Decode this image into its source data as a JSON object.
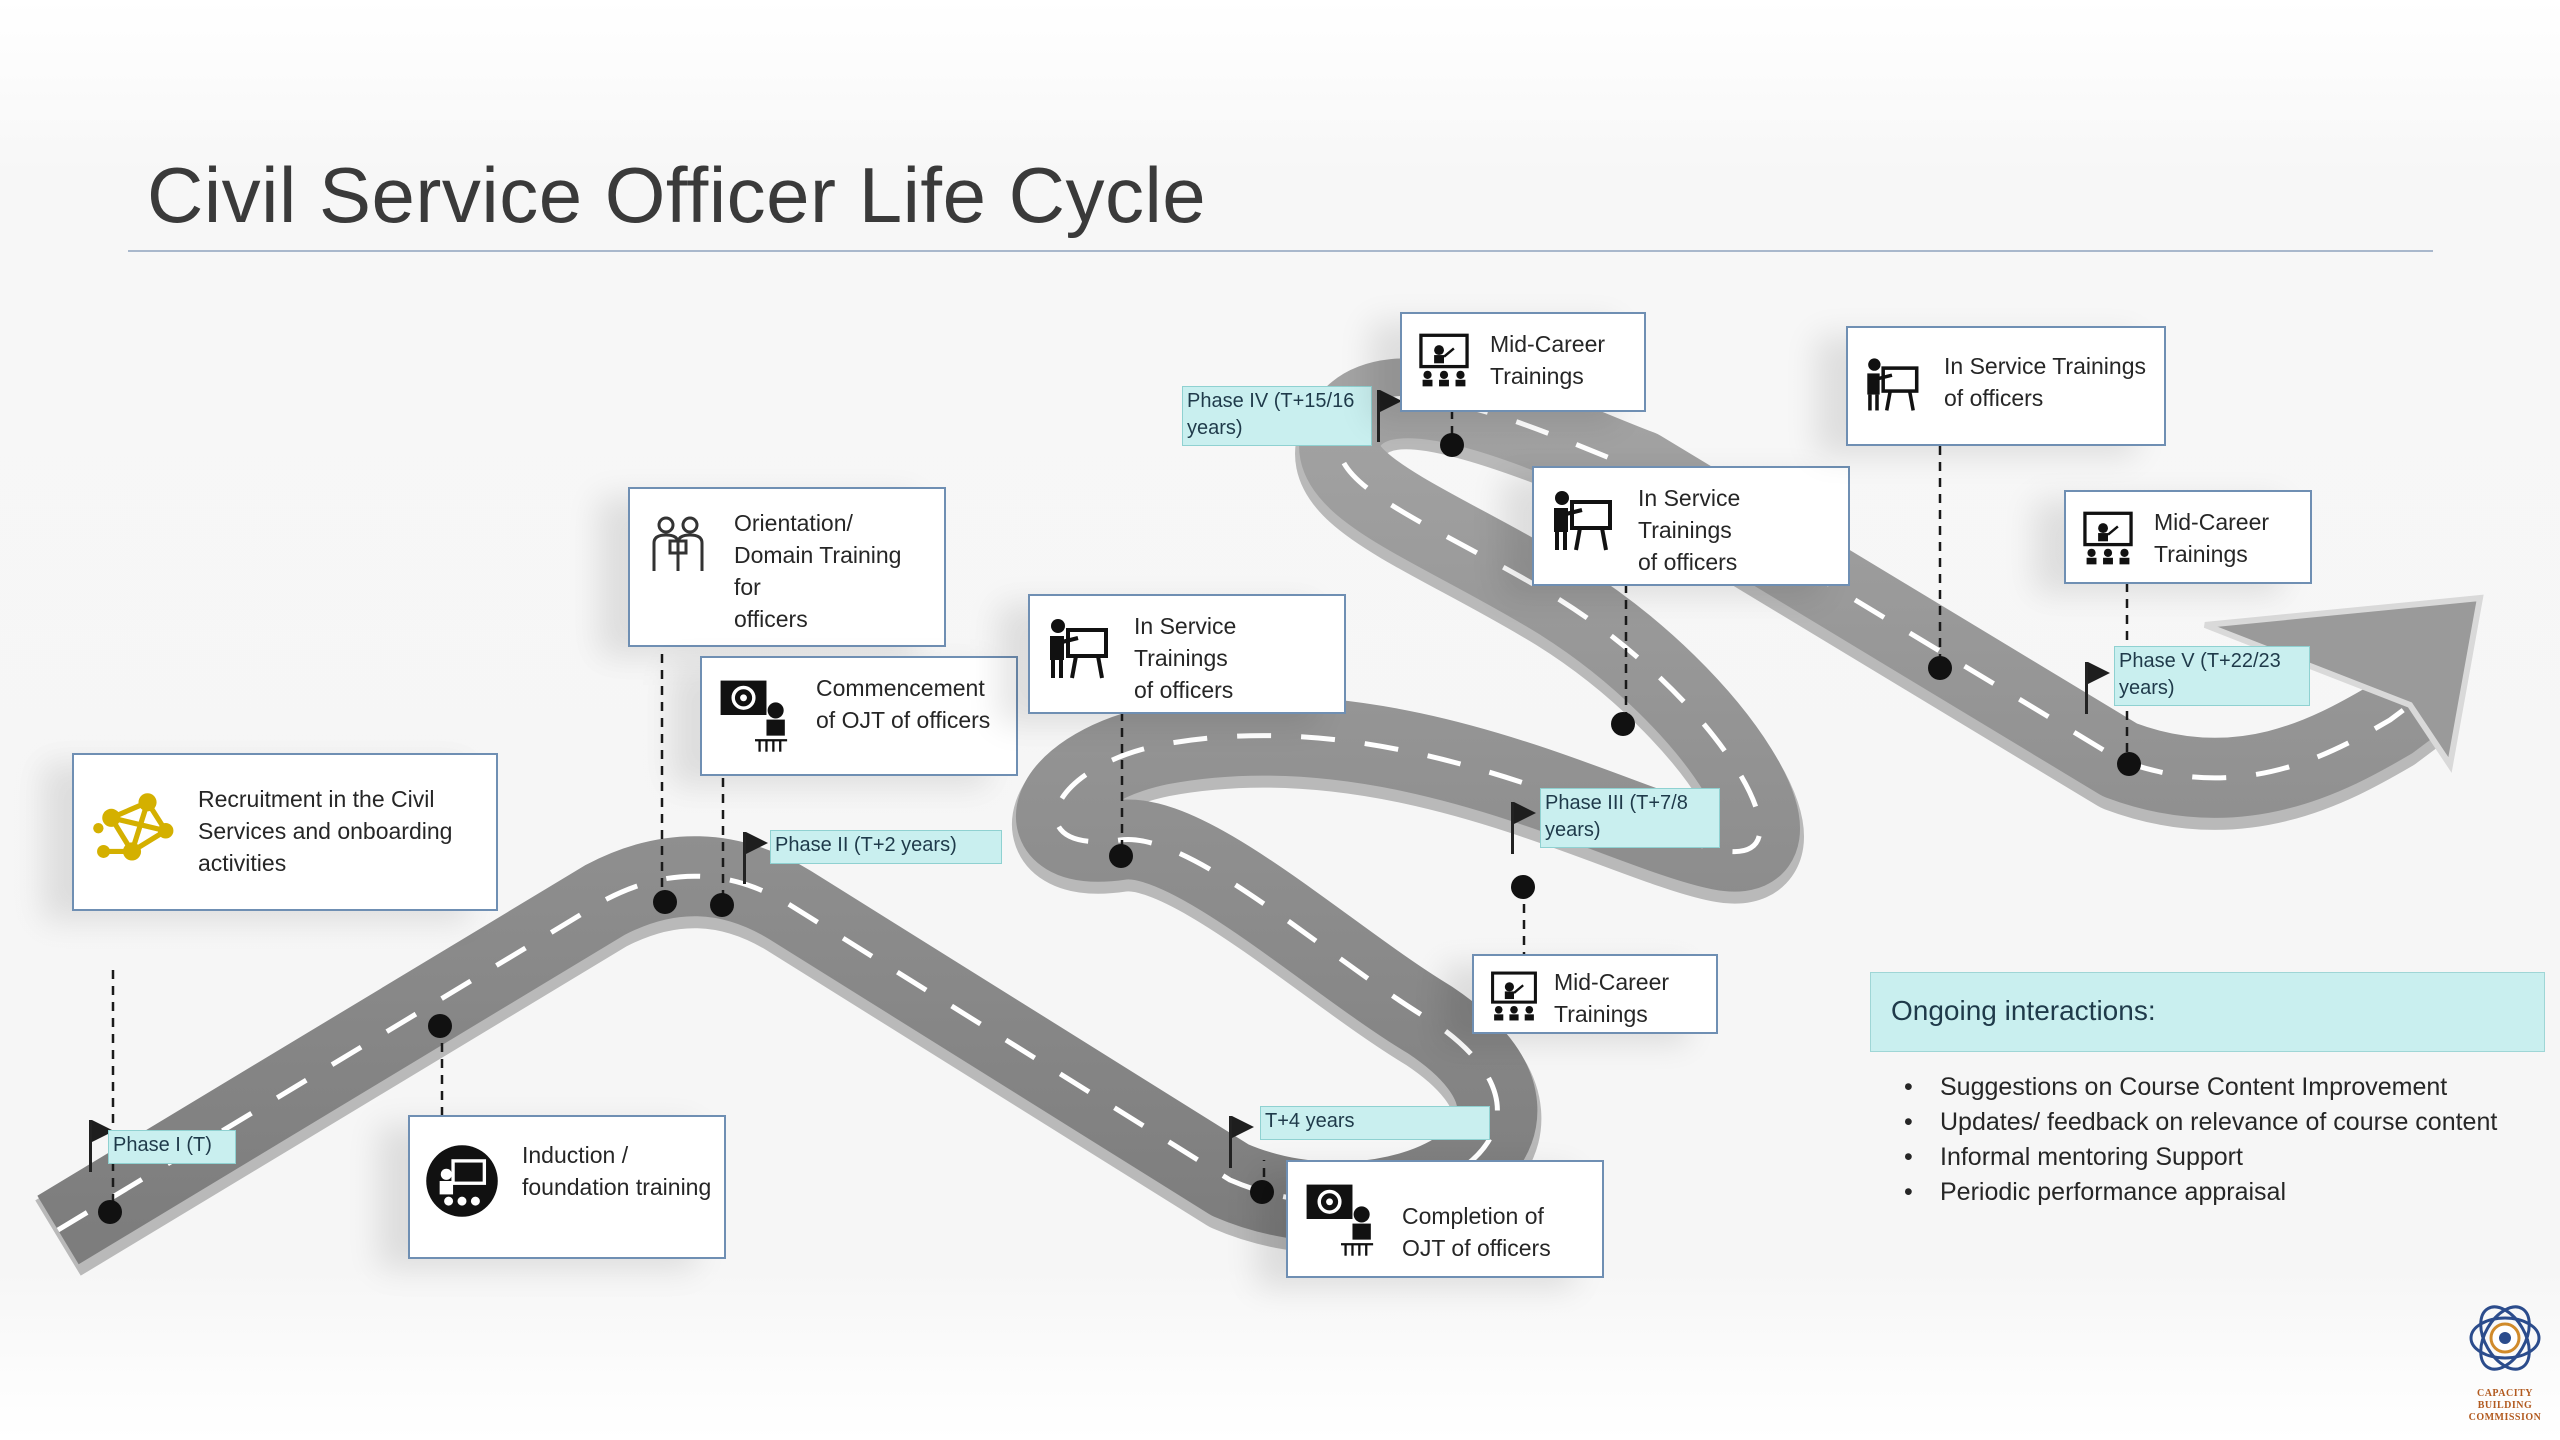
{
  "title": "Civil Service Officer Life Cycle",
  "cards": {
    "recruitment": {
      "text": "Recruitment in the Civil\nServices and onboarding\nactivities",
      "icon": "network-icon"
    },
    "induction": {
      "text": "Induction /\nfoundation training",
      "icon": "training-icon"
    },
    "orientation": {
      "text": "Orientation/\nDomain Training for\nofficers",
      "icon": "team-icon"
    },
    "commencement_ojt": {
      "text": "Commencement\nof OJT of officers",
      "icon": "gear-presenter-icon"
    },
    "in_service_1": {
      "text": "In Service Trainings\nof officers",
      "icon": "presenter-icon"
    },
    "completion_ojt": {
      "text": "Completion of\nOJT of officers",
      "icon": "gear-presenter-icon"
    },
    "mid_career_1": {
      "text": "Mid-Career\nTrainings",
      "icon": "screen-audience-icon"
    },
    "in_service_2": {
      "text": "In Service Trainings\nof officers",
      "icon": "presenter-icon"
    },
    "mid_career_2": {
      "text": "Mid-Career\nTrainings",
      "icon": "screen-audience-icon"
    },
    "in_service_3": {
      "text": "In Service Trainings\nof officers",
      "icon": "presenter-icon"
    },
    "mid_career_3": {
      "text": "Mid-Career\nTrainings",
      "icon": "screen-audience-icon"
    }
  },
  "phases": {
    "p1": "Phase I (T)",
    "p2": "Phase II (T+2 years)",
    "p_t4": "T+4 years",
    "p3": "Phase III (T+7/8\nyears)",
    "p4": "Phase IV (T+15/16\nyears)",
    "p5": "Phase V (T+22/23\nyears)"
  },
  "ongoing": {
    "heading": "Ongoing interactions:",
    "items": [
      "Suggestions on Course Content Improvement",
      "Updates/ feedback on relevance of course content",
      "Informal mentoring Support",
      "Periodic performance appraisal"
    ]
  },
  "logo": {
    "text": "CAPACITY\nBUILDING\nCOMMISSION"
  },
  "colors": {
    "accent": "#c9efef",
    "card_border": "#6f8fb3",
    "road": "#8c8c8c",
    "rule": "#a9b8cc",
    "icon_gold": "#d4b000"
  }
}
